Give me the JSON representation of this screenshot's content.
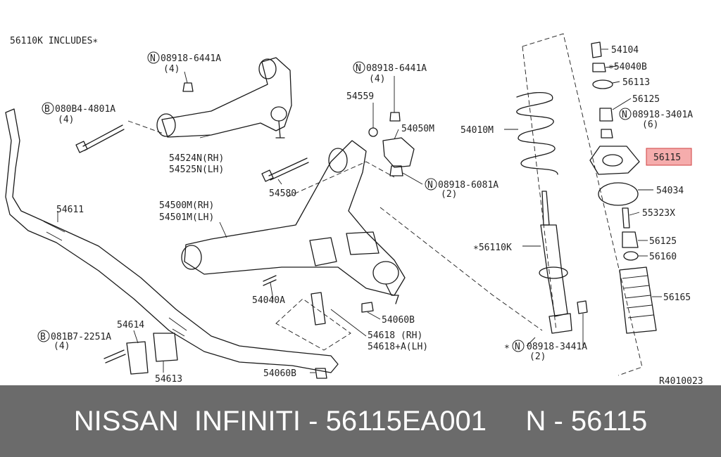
{
  "diagram": {
    "header_note": "56110K INCLUDES∗",
    "reference_code": "R4010023",
    "symbols": {
      "n": "N",
      "b": "B"
    },
    "labels": {
      "n_08918_6441A_left": "08918-6441A",
      "n_qty4_left": "(4)",
      "b_080B4_4801A": "080B4-4801A",
      "b_qty4_top": "(4)",
      "p_54524N": "54524N(RH)",
      "p_54525N": "54525N(LH)",
      "n_08918_6441A_mid": "08918-6441A",
      "n_qty4_mid": "(4)",
      "p_54559": "54559",
      "p_54050M": "54050M",
      "p_54580": "54580",
      "n_08918_6081A": "08918-6081A",
      "n_qty2_6081A": "(2)",
      "p_54611": "54611",
      "p_54500M": "54500M(RH)",
      "p_54501M": "54501M(LH)",
      "p_54040A": "54040A",
      "p_54060B_right": "54060B",
      "p_54618": "54618  (RH)",
      "p_54618A": "54618+A(LH)",
      "p_54614": "54614",
      "b_081B7_2251A": "081B7-2251A",
      "b_qty4_bottom": "(4)",
      "p_54613": "54613",
      "p_54060B_bottom": "54060B",
      "p_54010M": "54010M",
      "p_56110K": "∗56110K",
      "n_08918_3441A_prefix": "∗",
      "n_08918_3441A": "08918-3441A",
      "n_qty2_3441A": "(2)",
      "p_54104": "54104",
      "p_54040B": "∗54040B",
      "p_56113": "56113",
      "p_56125_top": "56125",
      "n_08918_3401A": "08918-3401A",
      "n_qty6": "(6)",
      "p_56115": "56115",
      "p_54034": "54034",
      "p_55323X": "55323X",
      "p_56125_bottom": "56125",
      "p_56160": "56160",
      "p_56165": "56165"
    },
    "highlight_color": "#f08080"
  },
  "banner": {
    "text": "NISSAN  INFINITI - 56115EA001     N - 56115",
    "background": "#6b6b6b",
    "color": "#ffffff"
  }
}
